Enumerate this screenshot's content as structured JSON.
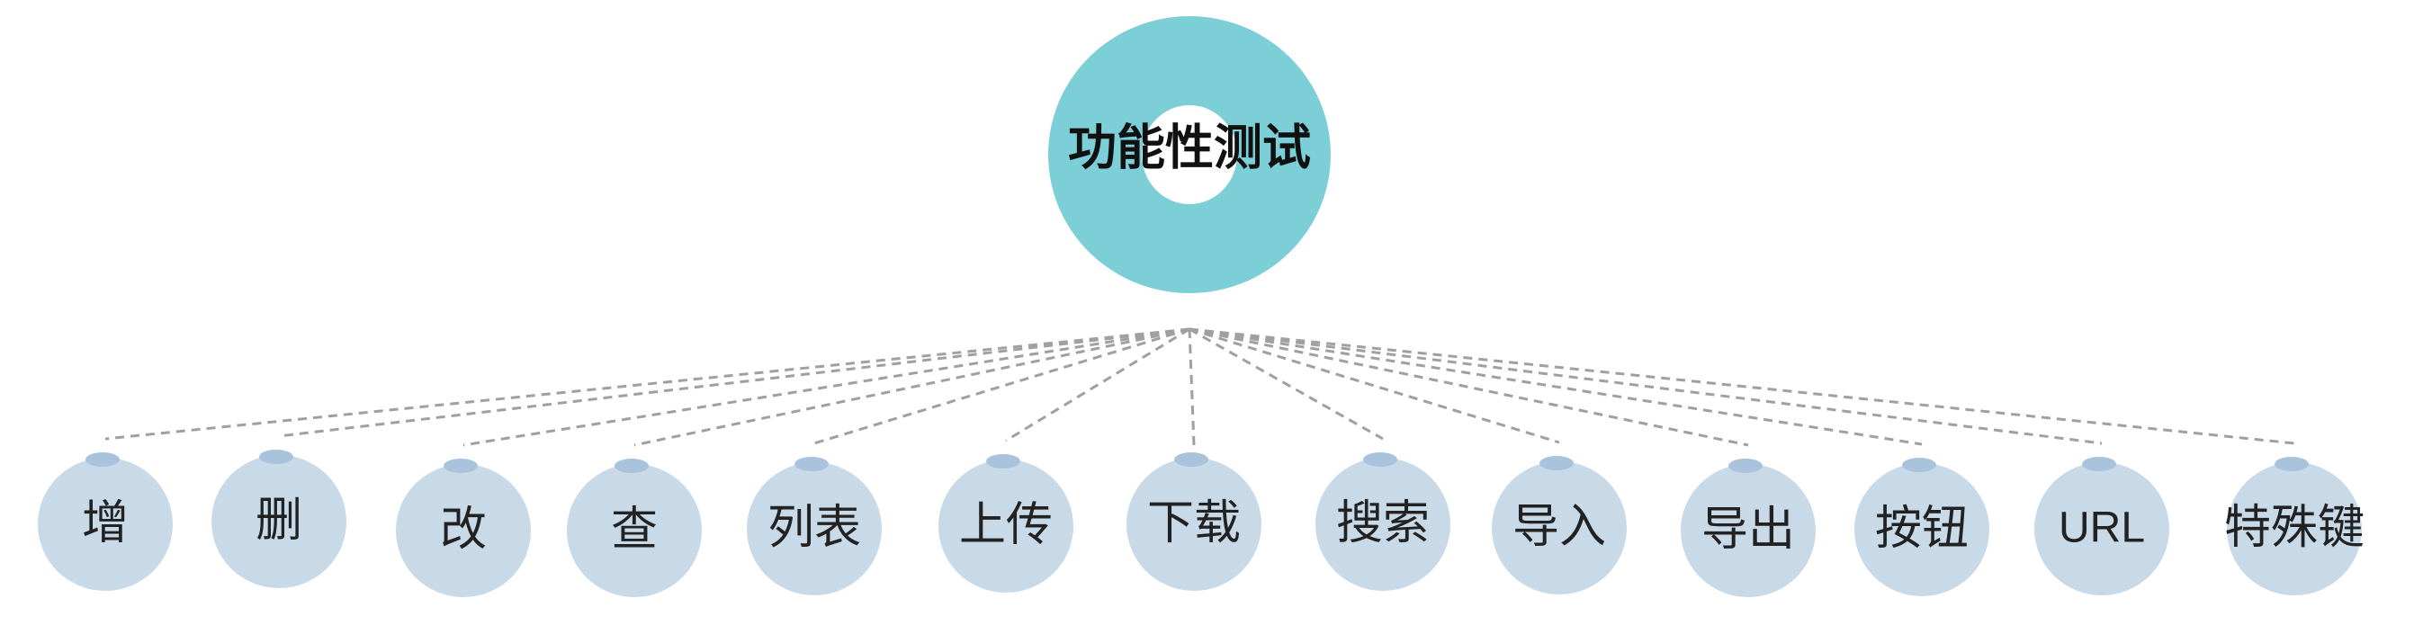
{
  "diagram": {
    "root": {
      "label": "功能性测试"
    },
    "children": [
      {
        "label": "增"
      },
      {
        "label": "删"
      },
      {
        "label": "改"
      },
      {
        "label": "查"
      },
      {
        "label": "列表"
      },
      {
        "label": "上传"
      },
      {
        "label": "下载"
      },
      {
        "label": "搜索"
      },
      {
        "label": "导入"
      },
      {
        "label": "导出"
      },
      {
        "label": "按钮"
      },
      {
        "label": "URL"
      },
      {
        "label": "特殊键"
      }
    ],
    "colors": {
      "root_ring": "#7ccfd6",
      "leaf_fill": "#c8d9e8",
      "leaf_knob": "#a9c3dc",
      "connector": "#a0a0a0"
    }
  }
}
